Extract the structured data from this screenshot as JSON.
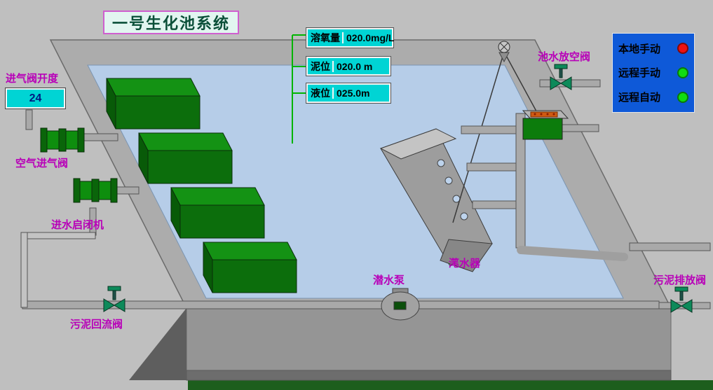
{
  "title": "一号生化池系统",
  "colors": {
    "label_color": "#b800b8",
    "display_bg": "#00d4d4",
    "panel_bg": "#0e59d8",
    "water": "#b6cde8",
    "block_green": "#0c6e0c",
    "link_green": "#00b400"
  },
  "displays": {
    "inlet_opening_value": "24",
    "dissolved_oxygen": {
      "label": "溶氧量",
      "value": "020.0mg/L"
    },
    "mud_level": {
      "label": "泥位",
      "value": "020.0 m"
    },
    "liquid_level": {
      "label": "液位",
      "value": "025.0m"
    }
  },
  "labels": {
    "inlet_opening": "进气阀开度",
    "air_inlet_valve": "空气进气阀",
    "inlet_gate": "进水启闭机",
    "sludge_return_valve": "污泥回流阀",
    "pump": "潜水泵",
    "decanter": "滗水器",
    "drain_valve": "池水放空阀",
    "sludge_discharge_valve": "污泥排放阀"
  },
  "panel": {
    "rows": [
      {
        "label": "本地手动",
        "color": "#ee1111"
      },
      {
        "label": "远程手动",
        "color": "#11dd11"
      },
      {
        "label": "远程自动",
        "color": "#11dd11"
      }
    ]
  }
}
